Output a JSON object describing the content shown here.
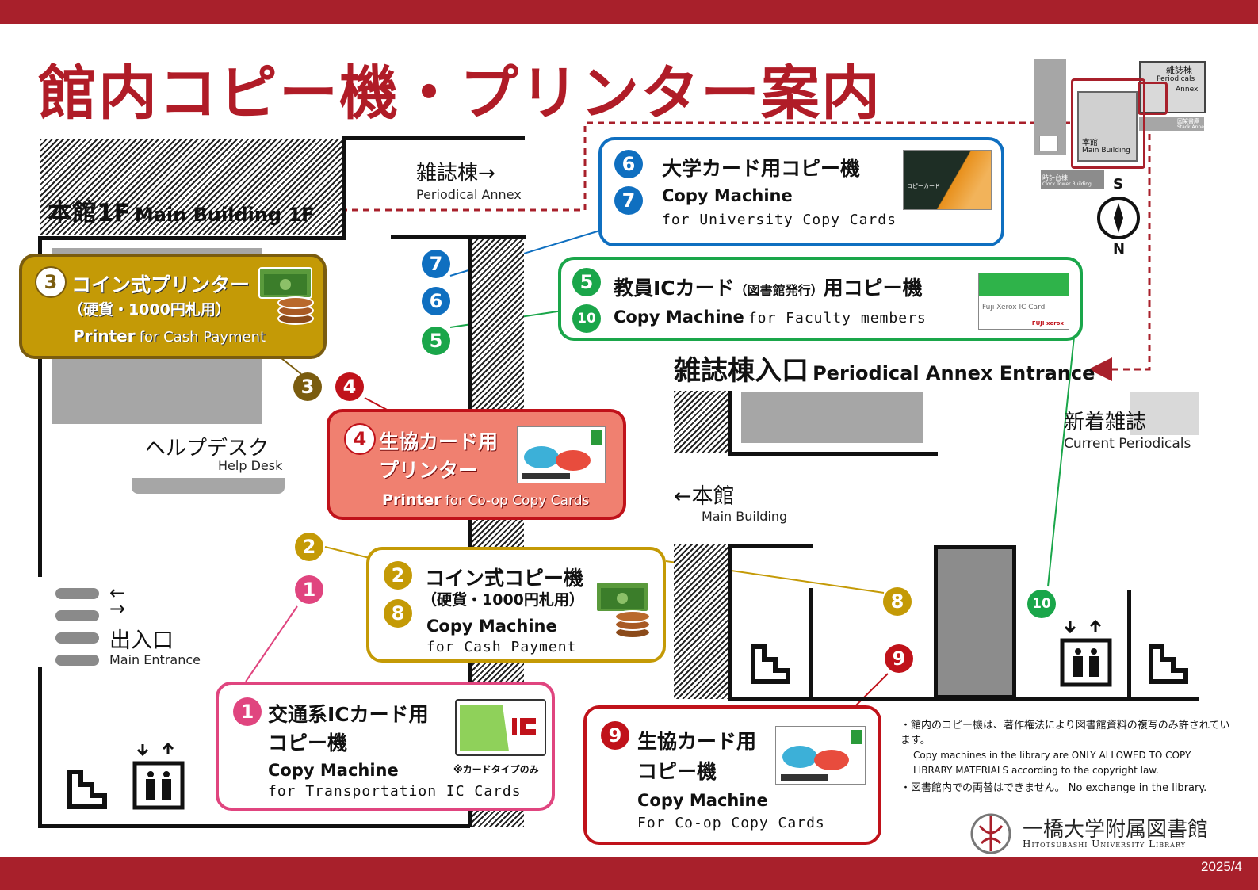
{
  "header": {
    "title": "館内コピー機・プリンター案内"
  },
  "footer": {
    "date": "2025/4"
  },
  "colors": {
    "brand": "#a8202b",
    "blue": "#0f6fc0",
    "green": "#1aa64a",
    "gold": "#c49a06",
    "pink": "#e0457f",
    "red": "#c0121a",
    "brown": "#7a5c0f"
  },
  "floor": {
    "main_jp": "本館1F",
    "main_en": "Main Building 1F",
    "annex_arrow": "雑誌棟→",
    "annex_arrow_en": "Periodical Annex",
    "helpdesk_jp": "ヘルプデスク",
    "helpdesk_en": "Help Desk",
    "entrance_arrows": "←\n→",
    "entrance_jp": "出入口",
    "entrance_en": "Main Entrance",
    "annex_entrance_jp": "雑誌棟入口",
    "annex_entrance_en": "Periodical Annex Entrance",
    "current_jp": "新着雑誌",
    "current_en": "Current Periodicals",
    "back_main_jp": "←本館",
    "back_main_en": "Main Building"
  },
  "minimap": {
    "annex_jp": "雑誌棟",
    "annex_en1": "Periodicals",
    "annex_en2": "Annex",
    "main_jp": "本館",
    "main_en": "Main Building",
    "clock_jp": "時計台棟",
    "clock_en": "Clock Tower Building",
    "stack_jp": "図架書庫",
    "stack_en": "Stack Annex",
    "compass_s": "S",
    "compass_n": "N"
  },
  "markers": {
    "n1": "1",
    "n2": "2",
    "n3": "3",
    "n4": "4",
    "n5": "5",
    "n6": "6",
    "n7": "7",
    "n8": "8",
    "n9": "9",
    "n10": "10"
  },
  "boxes": {
    "b67": {
      "title": "大学カード用コピー機",
      "en_bold": "Copy Machine",
      "en": "for University Copy Cards",
      "card_text": "コピーカード"
    },
    "b510": {
      "title_a": "教員ICカード",
      "title_small": "（図書館発行）",
      "title_b": "用コピー機",
      "en_bold": "Copy Machine",
      "en": "for Faculty members",
      "card_text": "Fuji Xerox IC Card",
      "card_brand": "FUJI xerox"
    },
    "b3": {
      "title": "コイン式プリンター",
      "sub": "（硬貨・1000円札用）",
      "en_bold": "Printer",
      "en": "for Cash Payment"
    },
    "b4": {
      "title1": "生協カード用",
      "title2": "プリンター",
      "en_bold": "Printer",
      "en": "for Co-op Copy Cards"
    },
    "b28": {
      "title": "コイン式コピー機",
      "sub": "（硬貨・1000円札用）",
      "en_bold": "Copy Machine",
      "en": "for Cash Payment"
    },
    "b1": {
      "title1": "交通系ICカード用",
      "title2": "コピー機",
      "en_bold": "Copy Machine",
      "en": "for Transportation IC Cards",
      "note": "※カードタイプのみ"
    },
    "b9": {
      "title1": "生協カード用",
      "title2": "コピー機",
      "en_bold": "Copy Machine",
      "en": "For Co-op Copy Cards"
    }
  },
  "notes": {
    "n1": "・館内のコピー機は、著作権法により図書館資料の複写のみ許されています。",
    "n2": "Copy machines in the library are ONLY ALLOWED TO COPY LIBRARY MATERIALS according to the copyright law.",
    "n3": "・図書館内での両替はできません。 No exchange in the library."
  },
  "logo": {
    "jp": "一橋大学附属図書館",
    "en": "Hitotsubashi University Library"
  }
}
